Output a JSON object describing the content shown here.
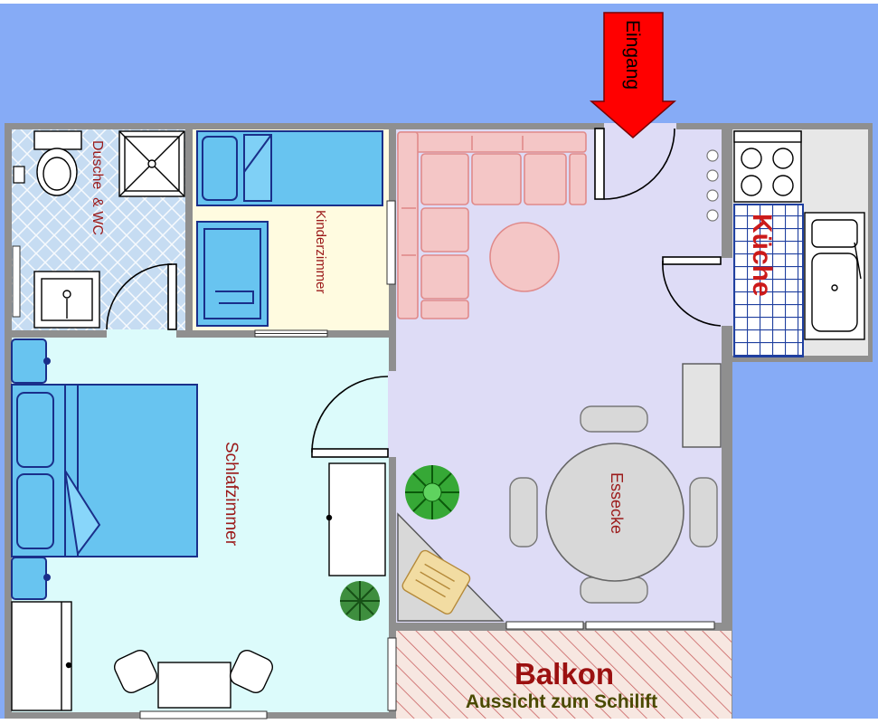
{
  "labels": {
    "entrance": "Eingang",
    "bathroom": "Dusche  & WC",
    "kids_room": "Kinderzimmer",
    "bedroom": "Schlafzimmer",
    "kitchen": "Küche",
    "dining": "Essecke",
    "balcony": "Balkon",
    "view": "Aussicht zum Schilift"
  },
  "colors": {
    "sky": "#86abf6",
    "wall": "#8f8f8f",
    "bath_floor": "#c6dcf2",
    "kids_floor": "#fffbe0",
    "bed_floor": "#dcfbfb",
    "living_floor": "#dedcf6",
    "kitchen_tile": "#1f3f9f",
    "balcony_floor": "#f7e7e1",
    "furniture_blue": "#68c4f0",
    "sofa_pink": "#f4c6c6",
    "entrance_arrow": "#ff0000",
    "label_dark_red": "#9b1a1a",
    "view_text": "#4a4a00"
  }
}
